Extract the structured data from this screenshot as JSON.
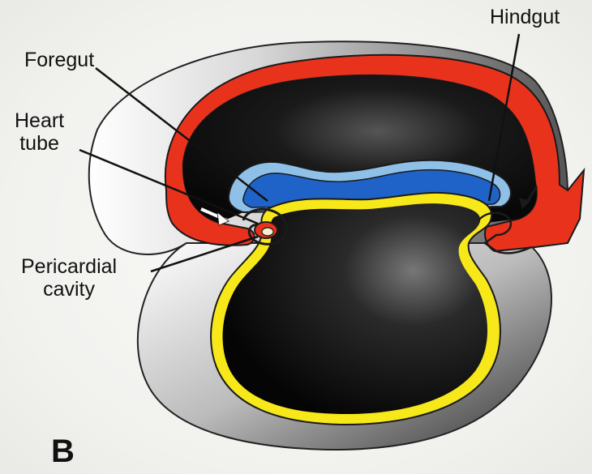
{
  "labels": {
    "foregut": "Foregut",
    "heart_tube_line1": "Heart",
    "heart_tube_line2": "tube",
    "pericardial_line1": "Pericardial",
    "pericardial_line2": "cavity",
    "hindgut": "Hindgut"
  },
  "panel_letter": "B",
  "colors": {
    "ectoderm": "#e8321c",
    "endoderm": "#f7e81a",
    "neural_tube_dark": "#1f63c8",
    "neural_tube_light": "#8fc0e8",
    "amnion_cavity": "#111111",
    "yolk_sac": "#111111",
    "outline": "#1a1a1a"
  }
}
